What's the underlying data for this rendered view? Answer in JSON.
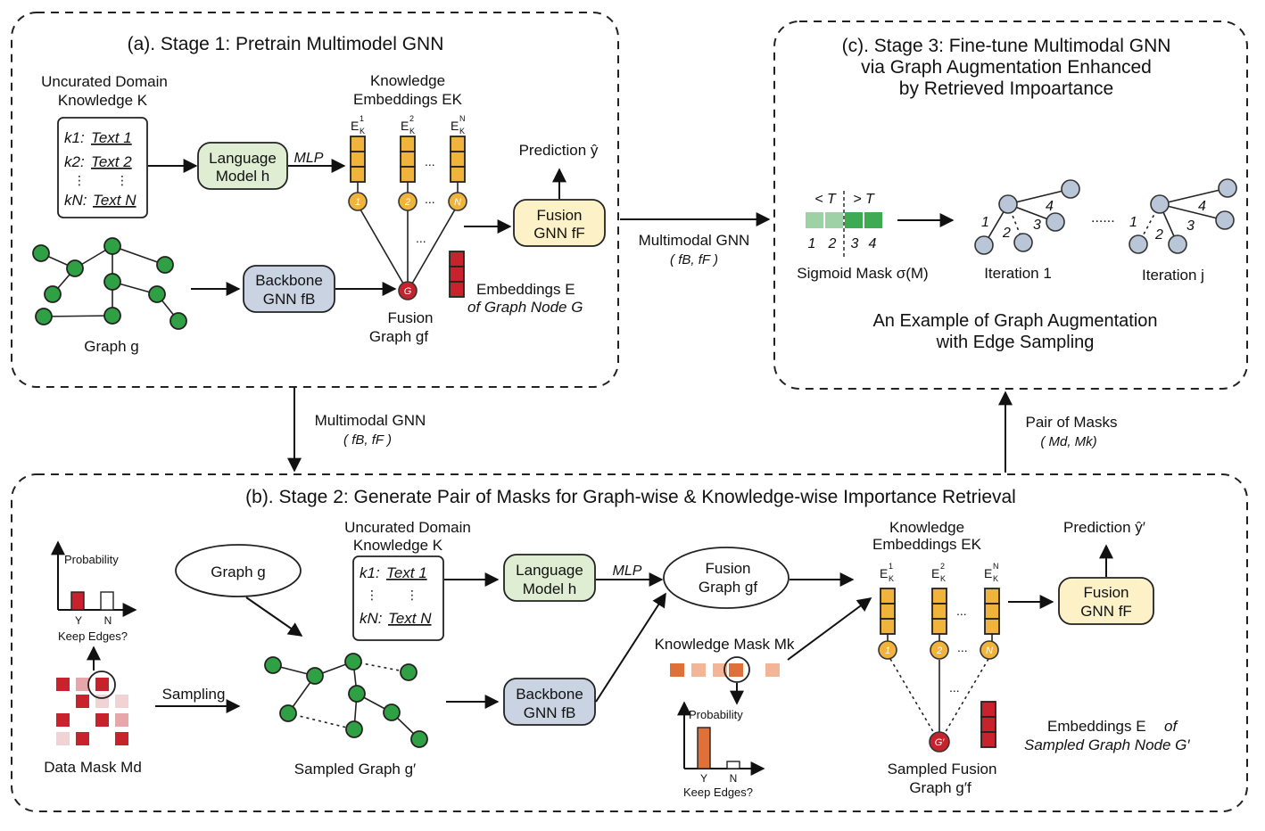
{
  "panel_a": {
    "title": "(a). Stage 1: Pretrain Multimodel GNN",
    "uncurated_line1": "Uncurated Domain",
    "uncurated_line2": "Knowledge K",
    "k1": "k1:",
    "text1": "Text 1",
    "k2": "k2:",
    "text2": "Text 2",
    "kN": "kN:",
    "textN": "Text N",
    "lm_line1": "Language",
    "lm_line2": "Model h",
    "mlp": "MLP",
    "ke_line1": "Knowledge",
    "ke_line2": "Embeddings EK",
    "emb_label_1": "E",
    "emb_label_2": "E",
    "emb_label_N": "E",
    "emb_sup_1": "1",
    "emb_sup_2": "2",
    "emb_sup_N": "N",
    "emb_sub": "K",
    "circle_1": "1",
    "circle_2": "2",
    "circle_N": "N",
    "circle_G": "G",
    "ellipsis": "...",
    "prediction": "Prediction ŷ",
    "fusion_line1": "Fusion",
    "fusion_line2": "GNN fF",
    "backbone_line1": "Backbone",
    "backbone_line2": "GNN fB",
    "graph_label": "Graph g",
    "fusion_graph_line1": "Fusion",
    "fusion_graph_line2": "Graph gf",
    "emb_graph_line1": "Embeddings E",
    "emb_graph_line2": "of Graph Node G"
  },
  "panel_b": {
    "title": "(b). Stage 2: Generate Pair of Masks for Graph-wise & Knowledge-wise Importance Retrieval",
    "probability": "Probability",
    "y": "Y",
    "n": "N",
    "keep_edges": "Keep Edges?",
    "data_mask": "Data Mask Md",
    "sampling": "Sampling",
    "graph_g": "Graph g",
    "sampled_graph": "Sampled  Graph g′",
    "uncurated_line1": "Uncurated Domain",
    "uncurated_line2": "Knowledge K",
    "k1": "k1:",
    "text1": "Text 1",
    "kN": "kN:",
    "textN": "Text N",
    "lm_line1": "Language",
    "lm_line2": "Model h",
    "mlp": "MLP",
    "backbone_line1": "Backbone",
    "backbone_line2": "GNN fB",
    "fusion_graph_line1": "Fusion",
    "fusion_graph_line2": "Graph gf",
    "knowledge_mask": "Knowledge Mask Mk",
    "ke_line1": "Knowledge",
    "ke_line2": "Embeddings EK",
    "circle_1": "1",
    "circle_2": "2",
    "circle_N": "N",
    "circle_G": "G′",
    "ellipsis": "...",
    "prediction": "Prediction ŷ′",
    "fusion_line1": "Fusion",
    "fusion_line2": "GNN fF",
    "emb_line1": "Embeddings E",
    "emb_line1_tail": " of",
    "emb_line2": "Sampled Graph Node G′",
    "sampled_fusion_line1": "Sampled Fusion",
    "sampled_fusion_line2": "Graph g′f"
  },
  "panel_c": {
    "title_line1": "(c). Stage 3: Fine-tune Multimodal GNN",
    "title_line2": "via Graph Augmentation Enhanced",
    "title_line3": "by Retrieved Impoartance",
    "lt_t": "< T",
    "gt_t": "> T",
    "idx_1": "1",
    "idx_2": "2",
    "idx_3": "3",
    "idx_4": "4",
    "sigmoid": "Sigmoid Mask σ(M)",
    "iteration_1": "Iteration 1",
    "iteration_j": "Iteration j",
    "dots": "......",
    "edge_1": "1",
    "edge_2": "2",
    "edge_3": "3",
    "edge_4": "4",
    "example_line1": "An Example of Graph Augmentation",
    "example_line2": "with Edge Sampling"
  },
  "connectors": {
    "a_to_c_line1": "Multimodal GNN",
    "a_to_c_line2": "( fB, fF )",
    "a_to_b_line1": "Multimodal GNN",
    "a_to_b_line2": "( fB, fF )",
    "b_to_c_line1": "Pair of Masks",
    "b_to_c_line2": "( Md, Mk)"
  },
  "colors": {
    "graph_node": "#2fa043",
    "language_model_fill": "#dfedd3",
    "backbone_fill": "#c9d3e2",
    "fusion_gnn_fill": "#fdf1c7",
    "embedding_yellow": "#f0b43c",
    "embedding_red": "#c8232c",
    "sampled_node": "#b9c6d8"
  }
}
